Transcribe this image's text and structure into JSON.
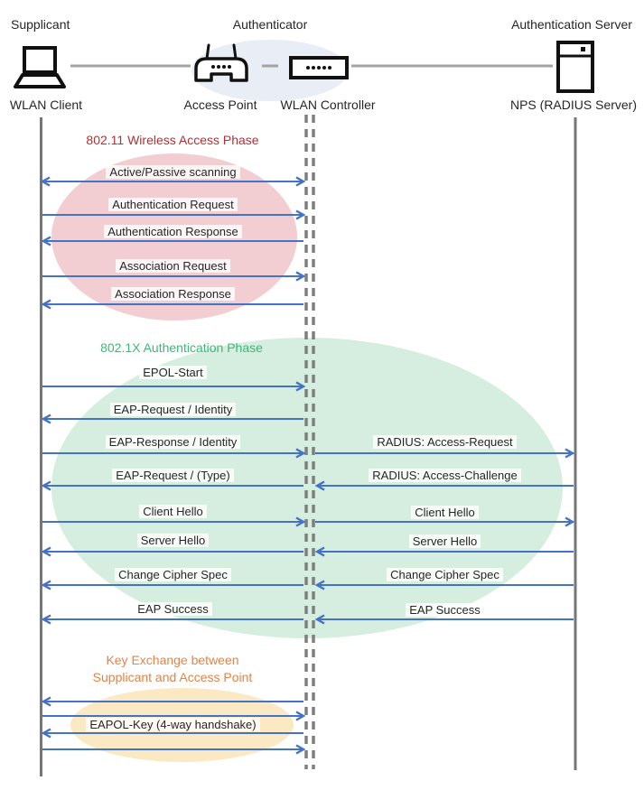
{
  "diagram": {
    "roles": {
      "supplicant": "Supplicant",
      "authenticator": "Authenticator",
      "auth_server": "Authentication Server"
    },
    "nodes": {
      "wlan_client": "WLAN Client",
      "access_point": "Access Point",
      "wlan_controller": "WLAN Controller",
      "nps": "NPS (RADIUS Server)"
    },
    "phases": {
      "p80211": {
        "title": "802.11 Wireless Access Phase",
        "color": "#B92D32",
        "ellipse_color": "#F2CDD2"
      },
      "p8021x": {
        "title": "802.1X Authentication Phase",
        "color": "#3CB878",
        "ellipse_color": "#D5EEDF"
      },
      "key_exchange": {
        "title_line1": "Key Exchange between",
        "title_line2": "Supplicant and Access Point",
        "color": "#E58345",
        "ellipse_color": "#FBE9C3"
      }
    },
    "messages_left": [
      {
        "label": "Active/Passive scanning",
        "direction": "both"
      },
      {
        "label": "Authentication Request",
        "direction": "right"
      },
      {
        "label": "Authentication Response",
        "direction": "left"
      },
      {
        "label": "Association Request",
        "direction": "right"
      },
      {
        "label": "Association Response",
        "direction": "left"
      },
      {
        "label": "EPOL-Start",
        "direction": "right"
      },
      {
        "label": "EAP-Request / Identity",
        "direction": "left"
      },
      {
        "label": "EAP-Response / Identity",
        "direction": "right"
      },
      {
        "label": "EAP-Request / (Type)",
        "direction": "left"
      },
      {
        "label": "Client Hello",
        "direction": "right"
      },
      {
        "label": "Server Hello",
        "direction": "left"
      },
      {
        "label": "Change Cipher Spec",
        "direction": "left"
      },
      {
        "label": "EAP Success",
        "direction": "left"
      },
      {
        "label": "EAPOL-Key (4-way handshake)",
        "direction": "both"
      }
    ],
    "messages_right": [
      {
        "label": "RADIUS: Access-Request",
        "direction": "right"
      },
      {
        "label": "RADIUS: Access-Challenge",
        "direction": "left"
      },
      {
        "label": "Client Hello",
        "direction": "right"
      },
      {
        "label": "Server Hello",
        "direction": "left"
      },
      {
        "label": "Change Cipher Spec",
        "direction": "left"
      },
      {
        "label": "EAP Success",
        "direction": "left"
      }
    ],
    "colors": {
      "arrow": "#4472C4",
      "lifeline": "#767676",
      "connector": "#A3A3A3",
      "header_ellipse": "#E9EDF6"
    }
  }
}
